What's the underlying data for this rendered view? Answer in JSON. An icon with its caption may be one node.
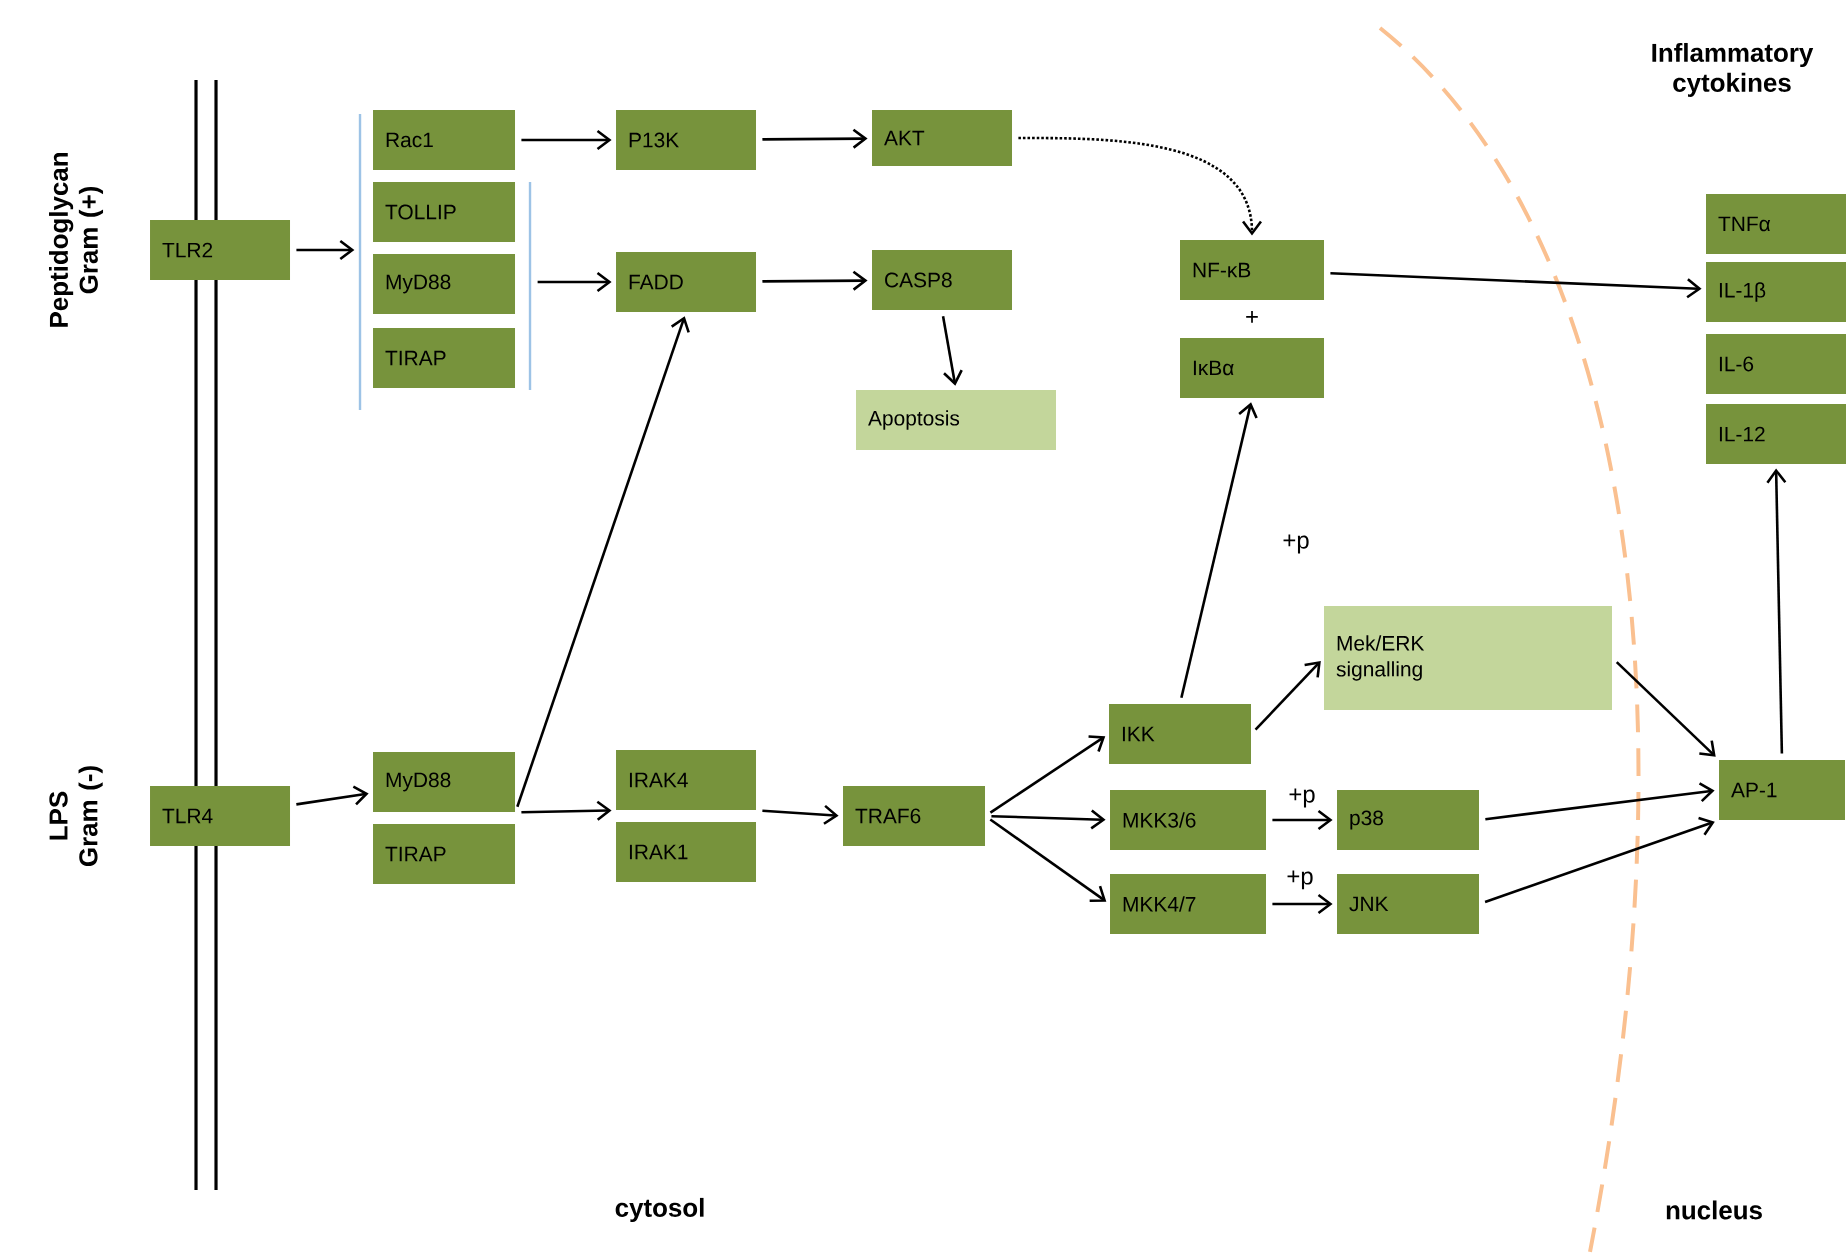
{
  "diagram": {
    "nodes": [
      {
        "text": [
          "TLR2"
        ]
      },
      {
        "text": [
          "Rac1"
        ]
      },
      {
        "text": [
          "TOLLIP"
        ]
      },
      {
        "text": [
          "MyD88"
        ]
      },
      {
        "text": [
          "TIRAP"
        ]
      },
      {
        "text": [
          "P13K"
        ]
      },
      {
        "text": [
          "FADD"
        ]
      },
      {
        "text": [
          "AKT"
        ]
      },
      {
        "text": [
          "CASP8"
        ]
      },
      {
        "text": [
          "Apoptosis"
        ]
      },
      {
        "text": [
          "NF-κB"
        ]
      },
      {
        "text": [
          "IκBα"
        ]
      },
      {
        "text": [
          "TNFα"
        ]
      },
      {
        "text": [
          "IL-1β"
        ]
      },
      {
        "text": [
          "IL-6"
        ]
      },
      {
        "text": [
          "IL-12"
        ]
      },
      {
        "text": [
          "TLR4"
        ]
      },
      {
        "text": [
          "MyD88"
        ]
      },
      {
        "text": [
          "TIRAP"
        ]
      },
      {
        "text": [
          "IRAK4"
        ]
      },
      {
        "text": [
          "IRAK1"
        ]
      },
      {
        "text": [
          "TRAF6"
        ]
      },
      {
        "text": [
          "IKK"
        ]
      },
      {
        "text": [
          "MKK3/6"
        ]
      },
      {
        "text": [
          "MKK4/7"
        ]
      },
      {
        "text": [
          "Mek/ERK signalling"
        ]
      },
      {
        "text": [
          "p38"
        ]
      },
      {
        "text": [
          "JNK"
        ]
      },
      {
        "text": [
          "AP-1"
        ]
      },
      {
        "text": [],
        "shape": "bar"
      },
      {
        "text": [],
        "shape": "bar"
      }
    ],
    "edges": [
      {
        "from": 0,
        "to": 29,
        "arrow": "to"
      },
      {
        "from": 1,
        "to": 5,
        "arrow": "to"
      },
      {
        "from": 5,
        "to": 7,
        "arrow": "to"
      },
      {
        "from": 7,
        "to": 10,
        "arrow": "to",
        "style": "dashed"
      },
      {
        "from": 30,
        "to": 6,
        "arrow": "to"
      },
      {
        "from": 6,
        "to": 8,
        "arrow": "to"
      },
      {
        "from": 8,
        "to": 9,
        "arrow": "to"
      },
      {
        "from": 10,
        "to": 13,
        "arrow": "to"
      },
      {
        "from": 16,
        "to": 17,
        "arrow": "to"
      },
      {
        "from": 17,
        "to": 19,
        "arrow": "to"
      },
      {
        "from": 17,
        "to": 6,
        "arrow": "to"
      },
      {
        "from": 19,
        "to": 21,
        "arrow": "to"
      },
      {
        "from": 21,
        "to": 22,
        "arrow": "to"
      },
      {
        "from": 21,
        "to": 23,
        "arrow": "to"
      },
      {
        "from": 21,
        "to": 24,
        "arrow": "to"
      },
      {
        "from": 22,
        "to": 11,
        "arrow": "to",
        "label": "+p"
      },
      {
        "from": 22,
        "to": 25,
        "arrow": "to"
      },
      {
        "from": 23,
        "to": 26,
        "arrow": "to",
        "label": "+p"
      },
      {
        "from": 24,
        "to": 27,
        "arrow": "to",
        "label": "+p"
      },
      {
        "from": 25,
        "to": 28,
        "arrow": "to"
      },
      {
        "from": 26,
        "to": 28,
        "arrow": "to"
      },
      {
        "from": 27,
        "to": 28,
        "arrow": "to"
      },
      {
        "from": 28,
        "to": 15,
        "arrow": "to"
      }
    ],
    "labels": [
      "Inflammatory cytokines",
      "Peptidoglycan Gram (+)",
      "+",
      "LPS Gram (-)",
      "cytosol",
      "nucleus"
    ]
  }
}
